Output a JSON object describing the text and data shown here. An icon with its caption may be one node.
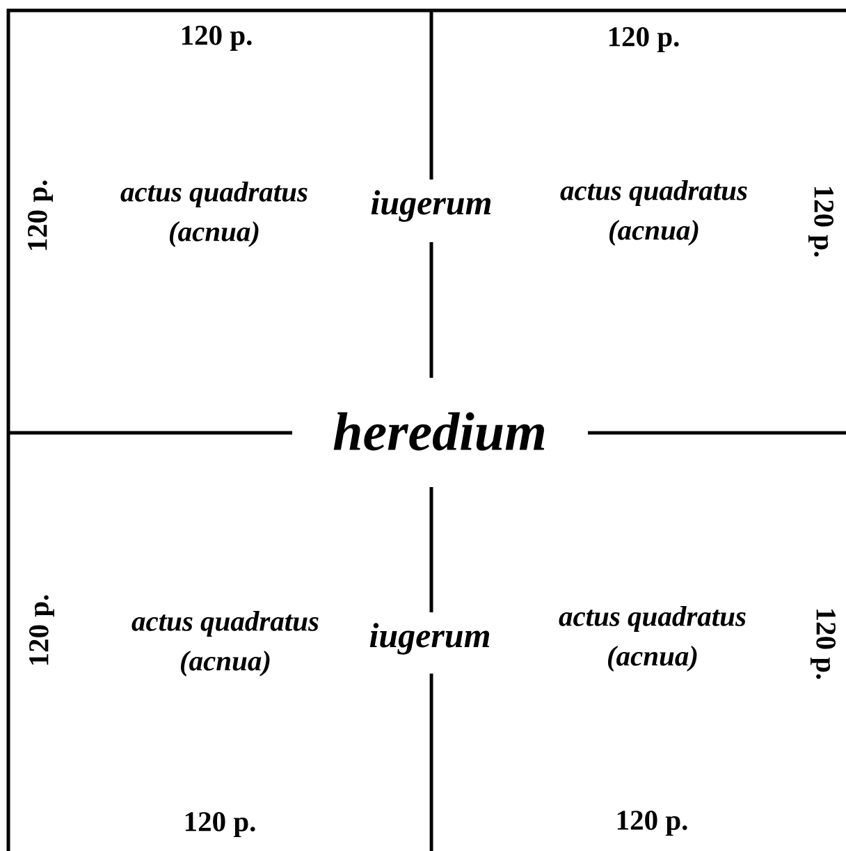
{
  "diagram": {
    "nodes": [
      {
        "text": [
          "iugerum"
        ]
      },
      {
        "text": [
          "actus quadratus (acnua)"
        ]
      },
      {
        "text": [
          "actus quadratus (acnua)"
        ]
      },
      {
        "text": [
          "heredium"
        ]
      },
      {
        "text": [
          "iugerum"
        ]
      },
      {
        "text": [
          "actus quadratus (acnua)"
        ]
      },
      {
        "text": [
          "actus quadratus (acnua)"
        ]
      }
    ],
    "labels": [
      "120 p.",
      "120 p.",
      "120 p.",
      "120 p.",
      "120 p.",
      "120 p.",
      "120 p.",
      "120 p."
    ]
  }
}
